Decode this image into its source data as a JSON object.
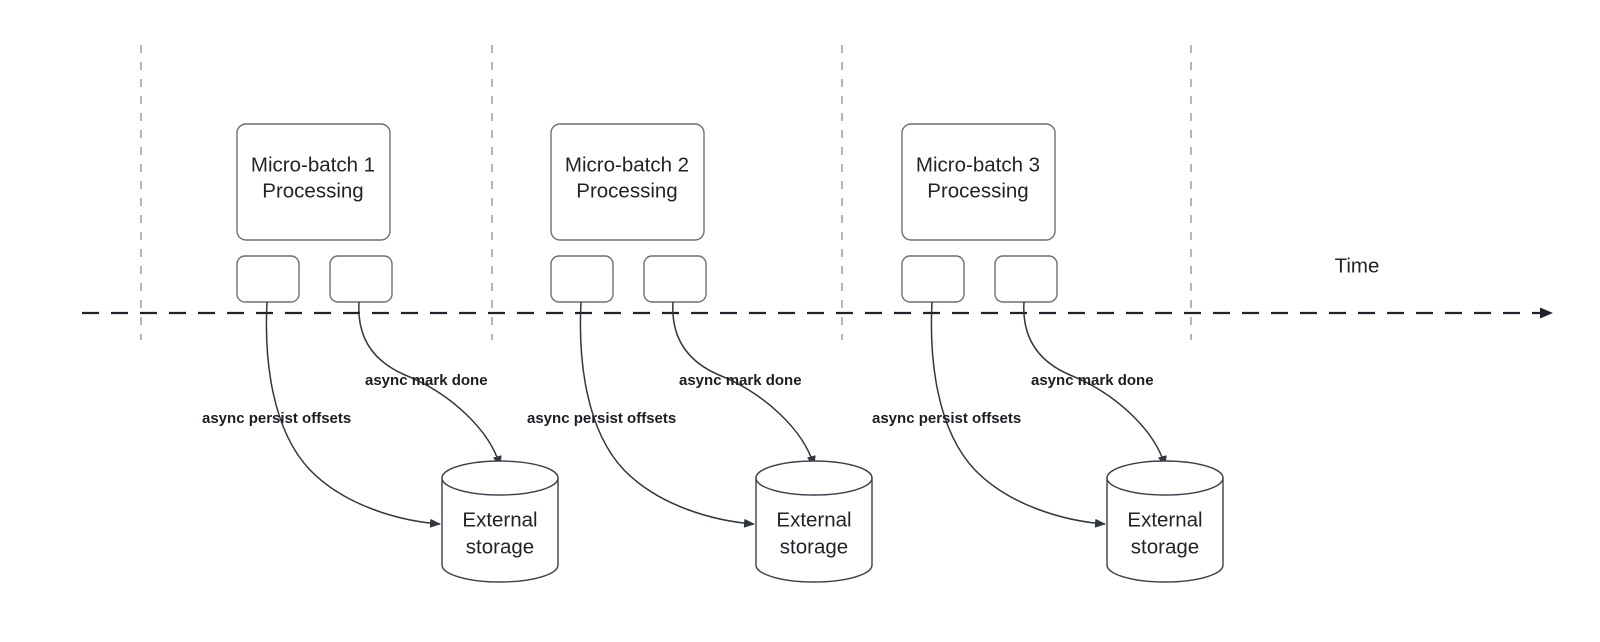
{
  "diagram": {
    "title_hidden": "",
    "colors": {
      "background": "#ffffff",
      "box_stroke": "#6b6f76",
      "cylinder_stroke": "#3b3f46",
      "timeline_stroke": "#1f2329",
      "tick_stroke": "#b3b6bb",
      "arrow_stroke": "#32363d",
      "text": "#1f2329",
      "label_text": "#1a1d22"
    },
    "timeline": {
      "axis_label": "Time",
      "tick_count": 4
    },
    "groups": [
      {
        "id": "group-1",
        "batch_label_line1": "Micro-batch 1",
        "batch_label_line2": "Processing",
        "checkpoint_boxes": [
          "",
          ""
        ],
        "edge_label_persist": "async persist offsets",
        "edge_label_mark": "async mark done",
        "storage_label_line1": "External",
        "storage_label_line2": "storage"
      },
      {
        "id": "group-2",
        "batch_label_line1": "Micro-batch 2",
        "batch_label_line2": "Processing",
        "checkpoint_boxes": [
          "",
          ""
        ],
        "edge_label_persist": "async persist offsets",
        "edge_label_mark": "async mark done",
        "storage_label_line1": "External",
        "storage_label_line2": "storage"
      },
      {
        "id": "group-3",
        "batch_label_line1": "Micro-batch 3",
        "batch_label_line2": "Processing",
        "checkpoint_boxes": [
          "",
          ""
        ],
        "edge_label_persist": "async persist offsets",
        "edge_label_mark": "async mark done",
        "storage_label_line1": "External",
        "storage_label_line2": "storage"
      }
    ]
  }
}
